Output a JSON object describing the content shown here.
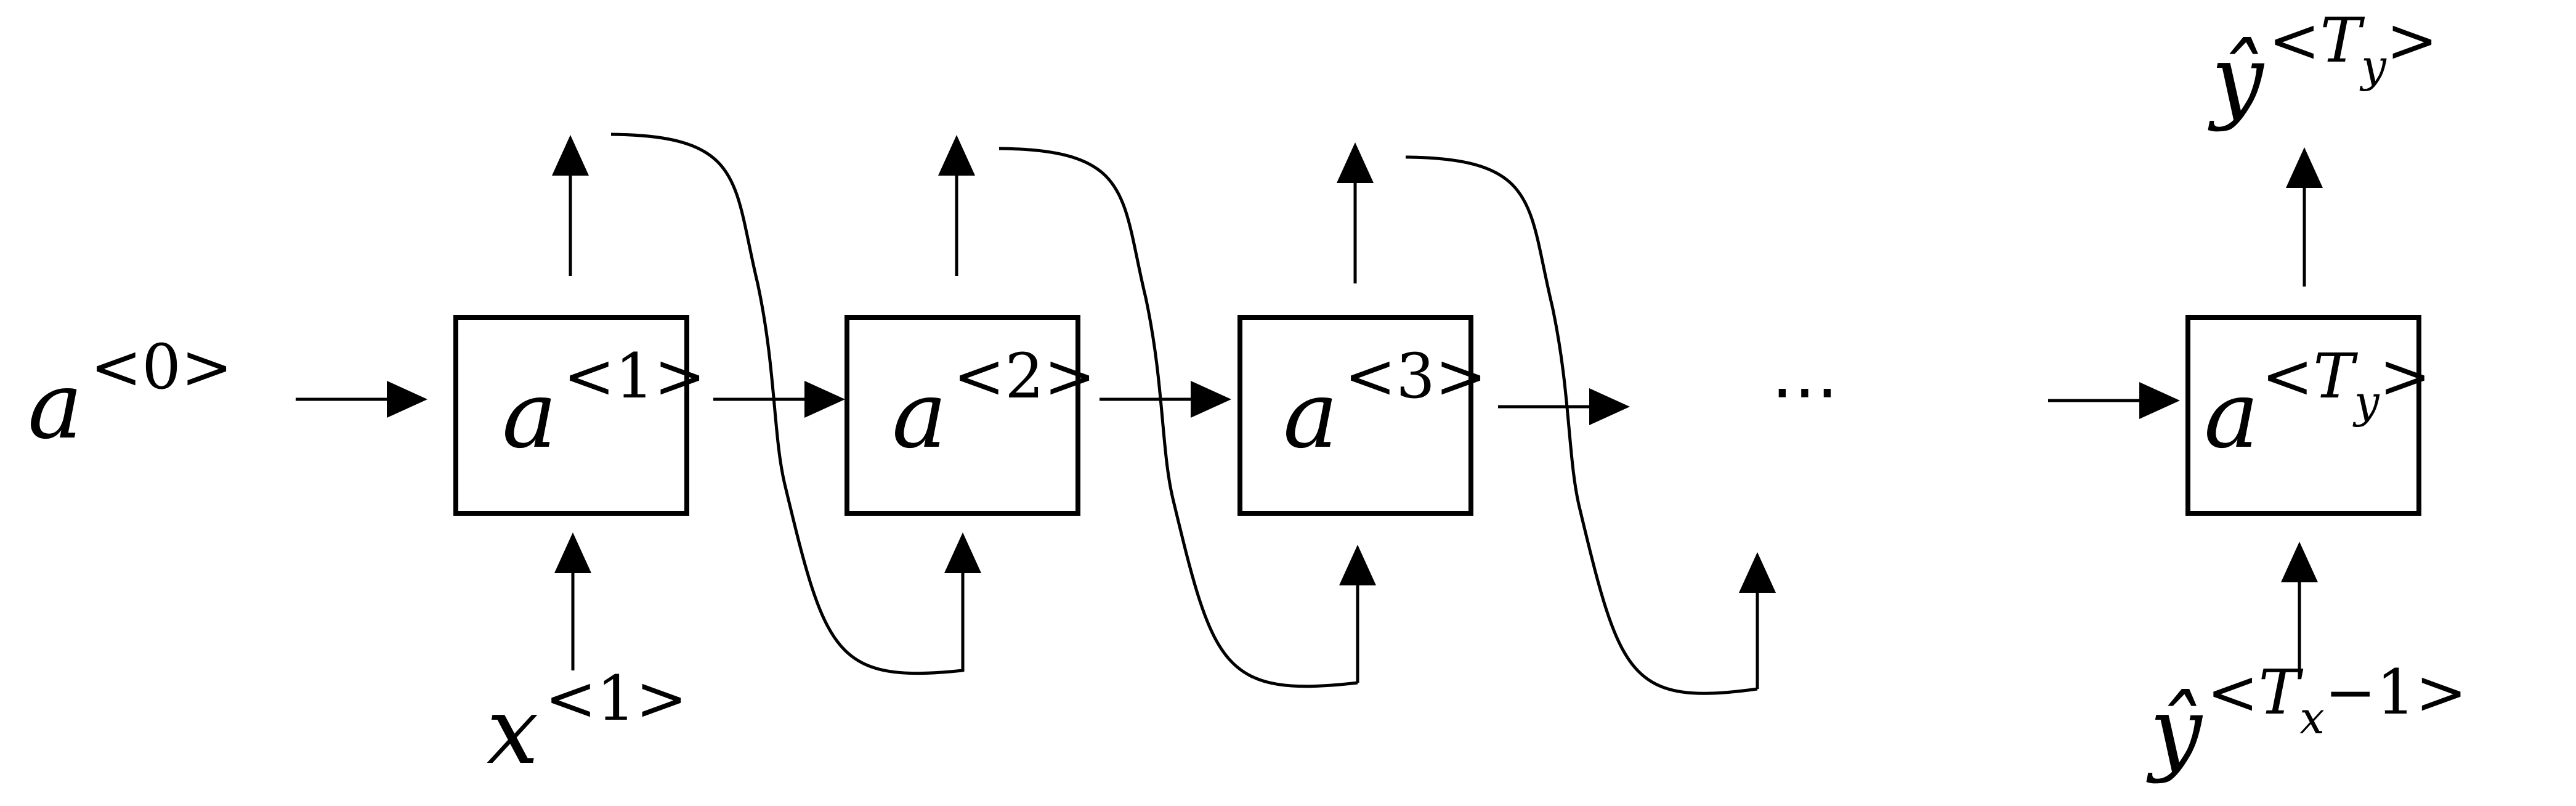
{
  "diagram": {
    "initial_activation": {
      "base": "a",
      "sup": "<0>"
    },
    "cells": [
      {
        "base": "a",
        "sup": "<1>"
      },
      {
        "base": "a",
        "sup": "<2>"
      },
      {
        "base": "a",
        "sup": "<3>"
      },
      {
        "base": "a",
        "sup_open": "<",
        "sup_var": "T",
        "sup_sub": "y",
        "sup_close": ">"
      }
    ],
    "first_input": {
      "base": "x",
      "sup": "<1>"
    },
    "ellipsis": "⋯",
    "final_output": {
      "base": "ŷ",
      "sup_open": "<",
      "sup_var": "T",
      "sup_sub": "y",
      "sup_close": ">"
    },
    "final_input": {
      "base": "ŷ",
      "sup_open": "<",
      "sup_var": "T",
      "sup_sub": "x",
      "sup_rest": "−1>"
    },
    "colors": {
      "stroke": "#000000",
      "background": "#ffffff"
    }
  }
}
